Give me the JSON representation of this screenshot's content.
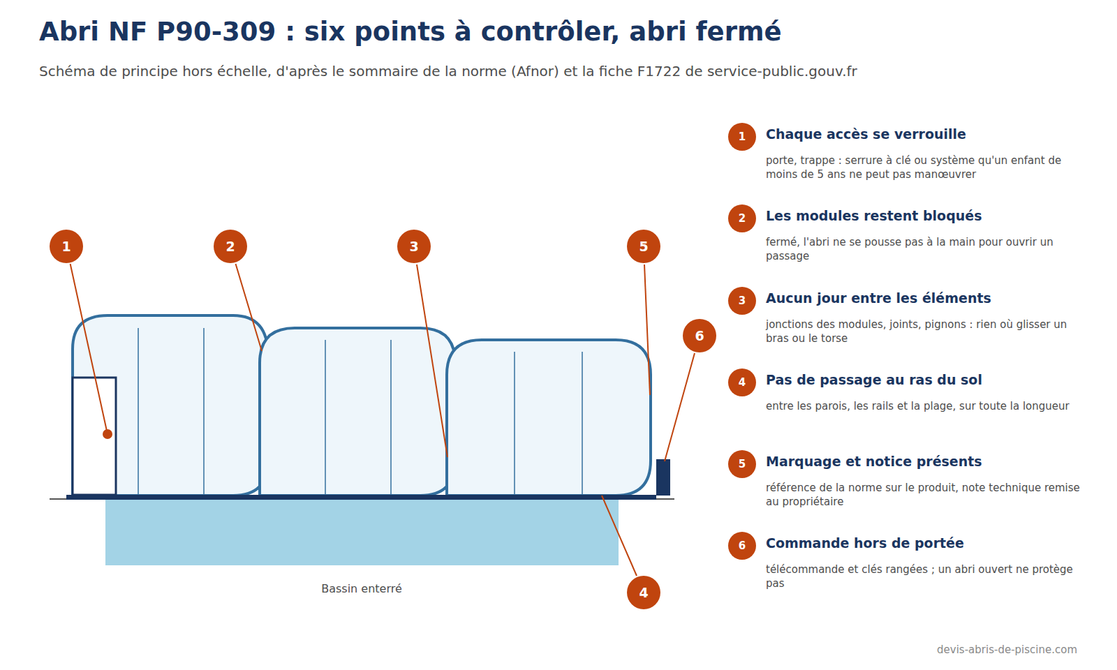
{
  "diagram": {
    "title": "Abri NF P90-309 : six points à contrôler, abri fermé",
    "caption": "Schéma de principe hors échelle, d'après le sommaire de la norme (Afnor) et la fiche F1722 de service-public.gouv.fr",
    "nodes": [
      {
        "text": [
          "1"
        ]
      },
      {
        "text": [
          "2"
        ]
      },
      {
        "text": [
          "3"
        ]
      },
      {
        "text": [
          "5"
        ]
      },
      {
        "text": [
          "6"
        ]
      },
      {
        "text": [
          "4"
        ]
      },
      {
        "text": [
          "1",
          "Chaque accès se verrouille",
          "porte, trappe : serrure à clé ou système qu'un enfant de moins de 5 ans ne peut pas manœuvrer"
        ]
      },
      {
        "text": [
          "2",
          "Les modules restent bloqués",
          "fermé, l'abri ne se pousse pas à la main pour ouvrir un passage"
        ]
      },
      {
        "text": [
          "3",
          "Aucun jour entre les éléments",
          "jonctions des modules, joints, pignons : rien où glisser un bras ou le torse"
        ]
      },
      {
        "text": [
          "4",
          "Pas de passage au ras du sol",
          "entre les parois, les rails et la plage, sur toute la longueur"
        ]
      },
      {
        "text": [
          "5",
          "Marquage et notice présents",
          "référence de la norme sur le produit, note technique remise au propriétaire"
        ]
      },
      {
        "text": [
          "6",
          "Commande hors de portée",
          "télécommande et clés rangées ; un abri ouvert ne protège pas"
        ]
      }
    ],
    "labels": [
      "Bassin enterré",
      "devis-abris-de-piscine.com"
    ]
  }
}
